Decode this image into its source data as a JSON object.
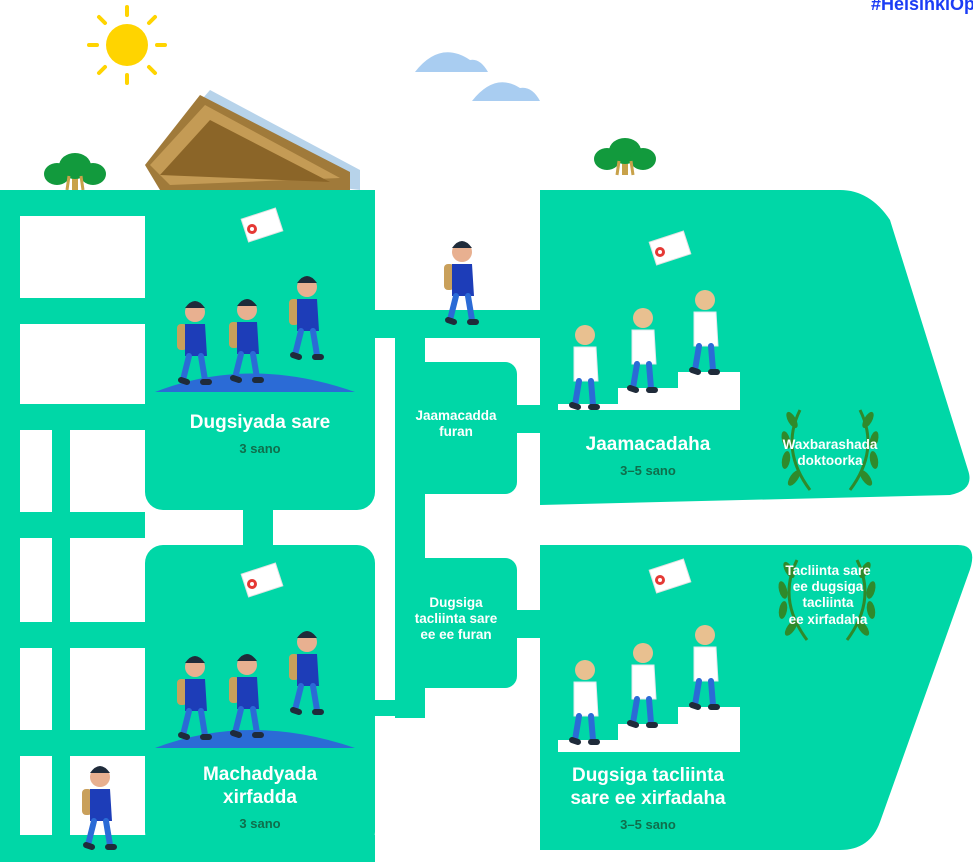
{
  "hashtag": "#HelsinkiOp",
  "colors": {
    "path_green": "#00d7a7",
    "sun": "#ffd400",
    "cloud": "#a9cdf1",
    "tree": "#129a3d",
    "hill": "#2b6bd6",
    "laurel": "#2f8a2b"
  },
  "nodes": {
    "upper_secondary": {
      "title": "Dugsiyada sare",
      "duration": "3 sano"
    },
    "vocational": {
      "title_line1": "Machadyada",
      "title_line2": "xirfadda",
      "duration": "3 sano"
    },
    "open_university": {
      "line1": "Jaamacadda",
      "line2": "furan"
    },
    "open_uas": {
      "line1": "Dugsiga",
      "line2": "tacliinta sare",
      "line3": "ee ee furan"
    },
    "university": {
      "title": "Jaamacadaha",
      "duration": "3–5 sano",
      "laurel_line1": "Waxbarashada",
      "laurel_line2": "doktoorka"
    },
    "uas": {
      "title_line1": "Dugsiga tacliinta",
      "title_line2": "sare ee xirfadaha",
      "duration": "3–5 sano",
      "laurel_line1": "Tacliinta sare",
      "laurel_line2": "ee dugsiga",
      "laurel_line3": "tacliinta",
      "laurel_line4": "ee xirfadaha"
    }
  },
  "icons": [
    "sun-icon",
    "cloud-icon",
    "tree-icon",
    "building-icon",
    "student-icon",
    "diploma-icon",
    "laurel-icon",
    "stairs-icon"
  ]
}
